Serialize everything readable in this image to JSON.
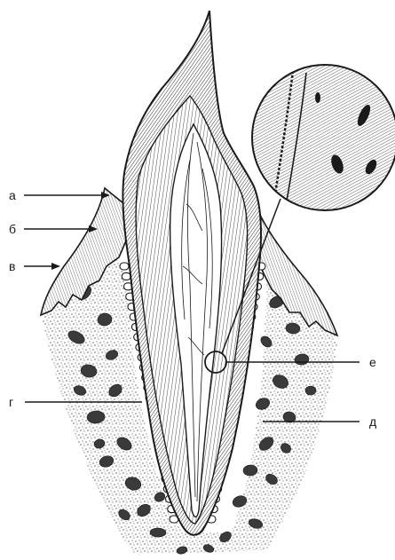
{
  "figure": {
    "labels": {
      "a": "а",
      "b": "б",
      "v": "в",
      "g": "г",
      "d": "д",
      "e": "е"
    }
  },
  "colors": {
    "ink": "#1a1a1a",
    "background": "#ffffff",
    "bone_fill": "#3a3a3a"
  }
}
